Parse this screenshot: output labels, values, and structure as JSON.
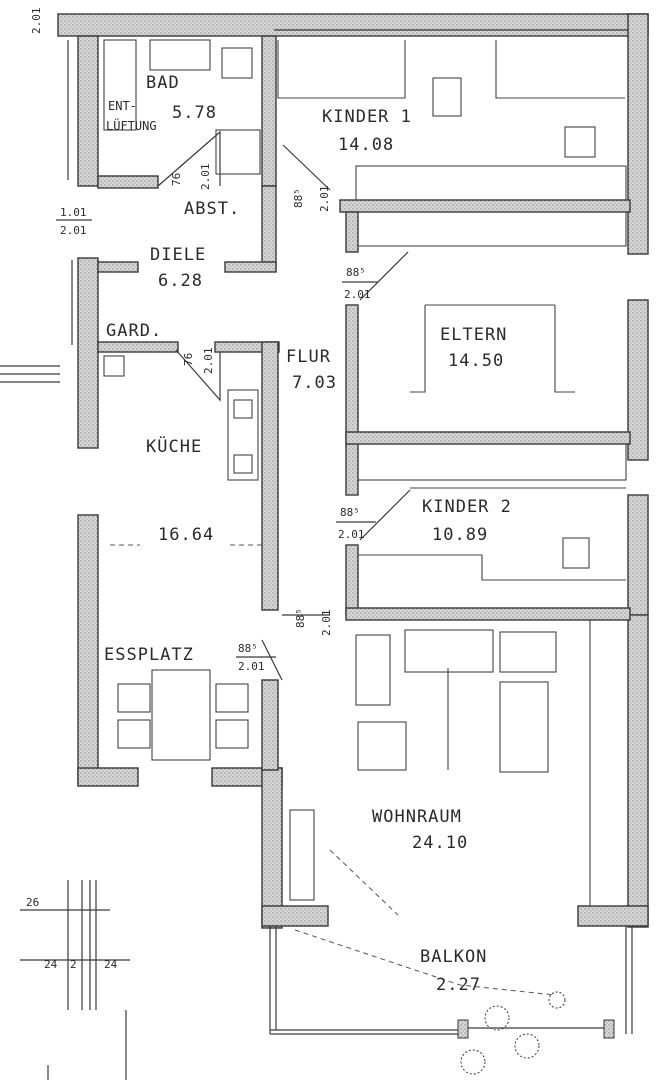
{
  "rooms": [
    {
      "id": "bad",
      "name": "BAD",
      "area": "5.78"
    },
    {
      "id": "kinder1",
      "name": "KINDER 1",
      "area": "14.08"
    },
    {
      "id": "diele",
      "name": "DIELE",
      "area": "6.28"
    },
    {
      "id": "eltern",
      "name": "ELTERN",
      "area": "14.50"
    },
    {
      "id": "flur",
      "name": "FLUR",
      "area": "7.03"
    },
    {
      "id": "kueche",
      "name": "KÜCHE",
      "area": "16.64"
    },
    {
      "id": "kinder2",
      "name": "KINDER 2",
      "area": "10.89"
    },
    {
      "id": "wohnraum",
      "name": "WOHNRAUM",
      "area": "24.10"
    },
    {
      "id": "balkon",
      "name": "BALKON",
      "area": "2.27"
    }
  ],
  "labels": {
    "entlueftung_1": "ENT-",
    "entlueftung_2": "LÜFTUNG",
    "abst": "ABST.",
    "gard": "GARD.",
    "essplatz": "ESSPLATZ"
  },
  "door_dims": {
    "d_top_left": "2.01",
    "d_top_left_w": "1.01",
    "d_bad_a": "76",
    "d_bad_b": "2.01",
    "d_kinder1_a": "88⁵",
    "d_kinder1_b": "2.01",
    "d_eltern_a": "88⁵",
    "d_eltern_b": "2.01",
    "d_gard_a": "76",
    "d_gard_b": "2.01",
    "d_kinder2_a": "88⁵",
    "d_kinder2_b": "2.01",
    "d_wohn_a": "88⁵",
    "d_wohn_b": "2.01",
    "d_ess_a": "88⁵",
    "d_ess_b": "2.01"
  },
  "margin_dims": {
    "m_26": "26",
    "m_24a": "24",
    "m_2": "2",
    "m_24b": "24"
  }
}
